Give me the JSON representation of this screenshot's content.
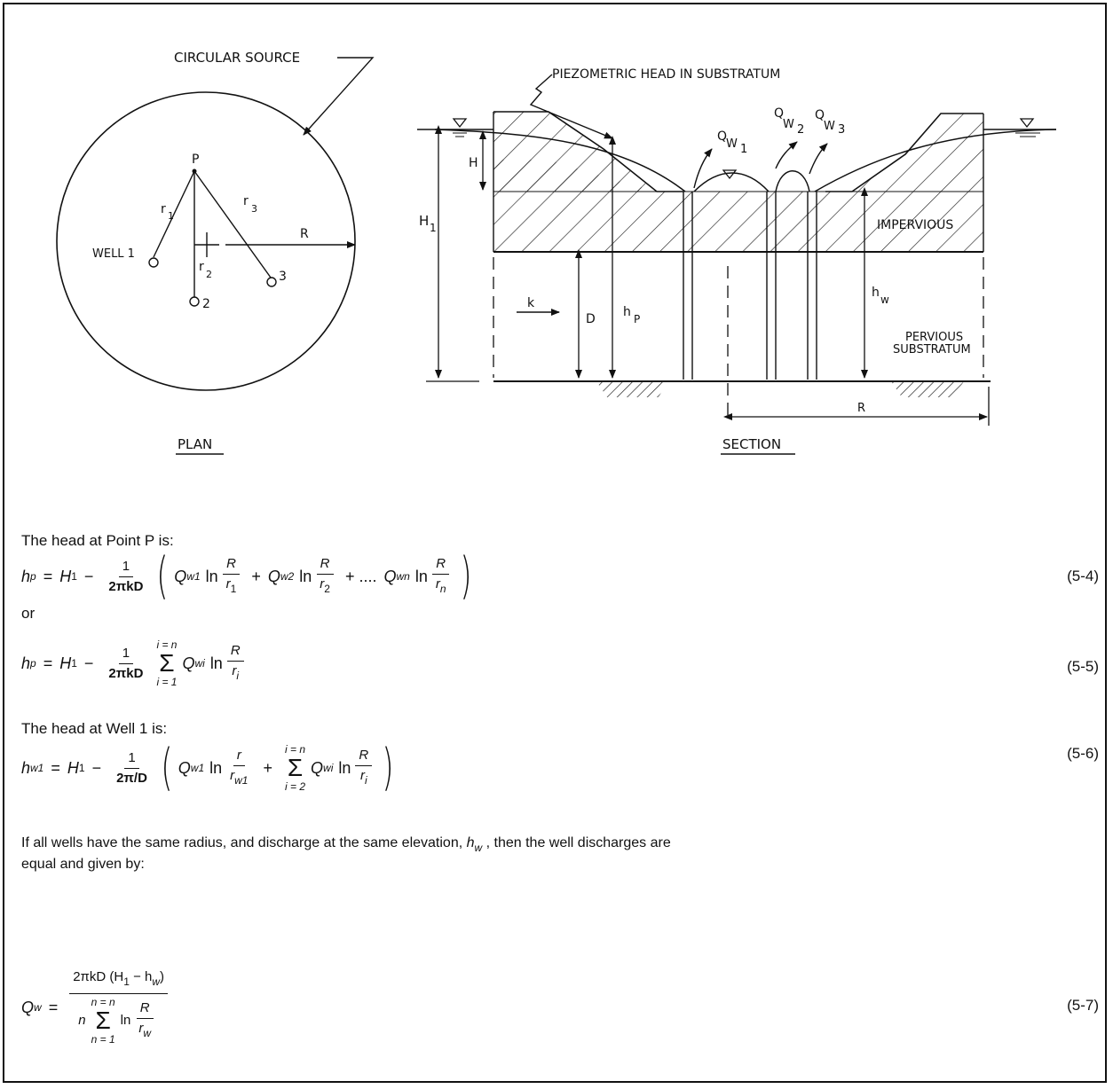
{
  "plan": {
    "circular_source_label": "CIRCULAR SOURCE",
    "well1_label": "WELL  1",
    "point_p": "P",
    "r1": "r",
    "r1_sub": "1",
    "r2": "r",
    "r2_sub": "2",
    "r3": "r",
    "r3_sub": "3",
    "radius_label": "R",
    "well2_num": "2",
    "well3_num": "3",
    "caption": "PLAN"
  },
  "section": {
    "piezometric_label": "PIEZOMETRIC HEAD IN SUBSTRATUM",
    "qw1": "Q",
    "qw1_sub": "W",
    "qw1_subsub": "1",
    "qw2": "Q",
    "qw2_sub": "W",
    "qw2_subsub": "2",
    "qw3": "Q",
    "qw3_sub": "W",
    "qw3_subsub": "3",
    "h_label": "H",
    "h1_label": "H",
    "h1_sub": "1",
    "impervious_label": "IMPERVIOUS",
    "hw_label": "h",
    "hw_sub": "w",
    "k_label": "k",
    "d_label": "D",
    "hp_label": "h",
    "hp_sub": "P",
    "pervious_label_1": "PERVIOUS",
    "pervious_label_2": "SUBSTRATUM",
    "r_label": "R",
    "caption": "SECTION"
  },
  "text": {
    "head_at_p": "The head at Point P is:",
    "or": "or",
    "head_at_well1": "The head at Well 1 is:",
    "if_all_wells_1": "If all wells have the same radius, and discharge at the same elevation, ",
    "if_all_wells_hw": "h",
    "if_all_wells_hw_sub": "w",
    "if_all_wells_2": " , then the well discharges are",
    "if_all_wells_3": "equal and given by:"
  },
  "equations": {
    "eq54": {
      "number": "(5-4)",
      "lhs": "h",
      "lhs_sub": "p",
      "eq": "=",
      "H1": "H",
      "H1_sub": "1",
      "minus": "−",
      "frac_num": "1",
      "frac_den": "2πkD",
      "t1_q": "Q",
      "t1_sub": "w1",
      "ln": "ln",
      "R": "R",
      "r1": "r",
      "r1_sub": "1",
      "plus": "+",
      "t2_q": "Q",
      "t2_sub": "w2",
      "r2": "r",
      "r2_sub": "2",
      "dots": "+ ....",
      "tn_q": "Q",
      "tn_sub": "wn",
      "rn": "r",
      "rn_sub": "n"
    },
    "eq55": {
      "number": "(5-5)",
      "lhs": "h",
      "lhs_sub": "p",
      "eq": "=",
      "H1": "H",
      "H1_sub": "1",
      "minus": "−",
      "frac_num": "1",
      "frac_den": "2πkD",
      "sum_top": "i = n",
      "sum_sym": "Σ",
      "sum_bot": "i = 1",
      "q": "Q",
      "q_sub": "wi",
      "ln": "ln",
      "R": "R",
      "ri": "r",
      "ri_sub": "i"
    },
    "eq56": {
      "number": "(5-6)",
      "lhs": "h",
      "lhs_sub": "w1",
      "eq": "=",
      "H1": "H",
      "H1_sub": "1",
      "minus": "−",
      "frac_num": "1",
      "frac_den": "2π/D",
      "q1": "Q",
      "q1_sub": "w1",
      "ln": "ln",
      "r": "r",
      "rw1": "r",
      "rw1_sub": "w1",
      "plus": "+",
      "sum_top": "i = n",
      "sum_sym": "Σ",
      "sum_bot": "i = 2",
      "qi": "Q",
      "qi_sub": "wi",
      "R": "R",
      "ri": "r",
      "ri_sub": "i"
    },
    "eq57": {
      "number": "(5-7)",
      "lhs": "Q",
      "lhs_sub": "w",
      "eq": "=",
      "num": "2πkD (H",
      "num_sub": "1",
      "num_rest": " − h",
      "num_sub2": "w",
      "num_close": ")",
      "den_n": "n",
      "sum_top": "n = n",
      "sum_sym": "Σ",
      "sum_bot": "n = 1",
      "ln": "ln",
      "R": "R",
      "rw": "r",
      "rw_sub": "w"
    }
  }
}
